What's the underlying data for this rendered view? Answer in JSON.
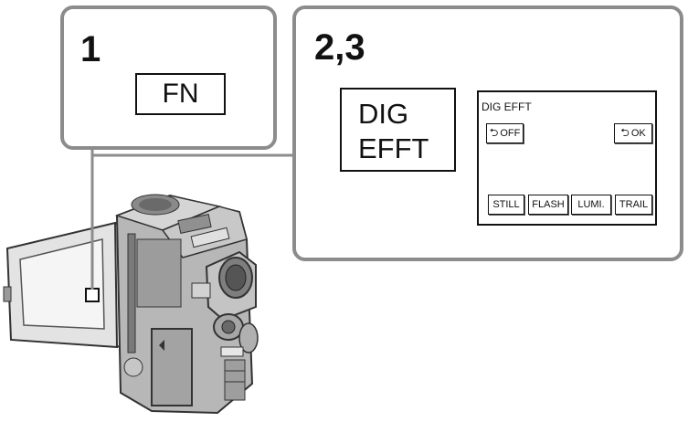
{
  "step1": {
    "number": "1",
    "button_label": "FN"
  },
  "step23": {
    "number": "2,3",
    "button_line1": "DIG",
    "button_line2": "EFFT",
    "screen": {
      "title": "DIG EFFT",
      "off_label": "OFF",
      "ok_label": "OK",
      "return_icon": "return-arrow-icon",
      "effects": [
        "STILL",
        "FLASH",
        "LUMI.",
        "TRAIL"
      ]
    }
  },
  "colors": {
    "panel_border": "#8c8c8c",
    "ink": "#111111",
    "camera_light": "#d7d7d7",
    "camera_mid": "#a9a9a9",
    "camera_dark": "#5e5e5e"
  }
}
